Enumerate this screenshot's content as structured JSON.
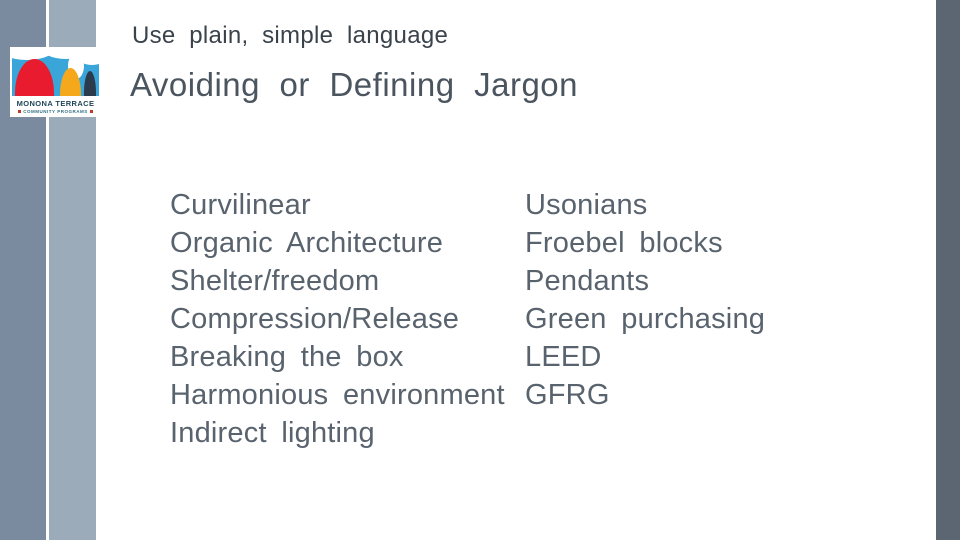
{
  "slide": {
    "kicker": "Use plain, simple language",
    "title": "Avoiding or Defining Jargon",
    "left_column": [
      "Curvilinear",
      "Organic Architecture",
      "Shelter/freedom",
      "Compression/Release",
      "Breaking the box",
      "Harmonious environment",
      "Indirect lighting"
    ],
    "right_column": [
      "Usonians",
      "Froebel blocks",
      "Pendants",
      "Green purchasing",
      "LEED",
      "GFRG"
    ]
  },
  "logo": {
    "title": "MONONA TERRACE",
    "subtitle": "COMMUNITY PROGRAMS"
  },
  "colors": {
    "left_bar_dark": "#7a8b9f",
    "left_bar_light": "#9cabb9",
    "right_bar": "#5b6672",
    "kicker_text": "#3a434c",
    "title_text": "#4b555f",
    "body_text": "#59636e",
    "logo_sky": "#3aa5d9",
    "logo_dome_red": "#e81c2e",
    "logo_arch_orange": "#f5a81c",
    "logo_arch_navy": "#2c3b4b"
  }
}
